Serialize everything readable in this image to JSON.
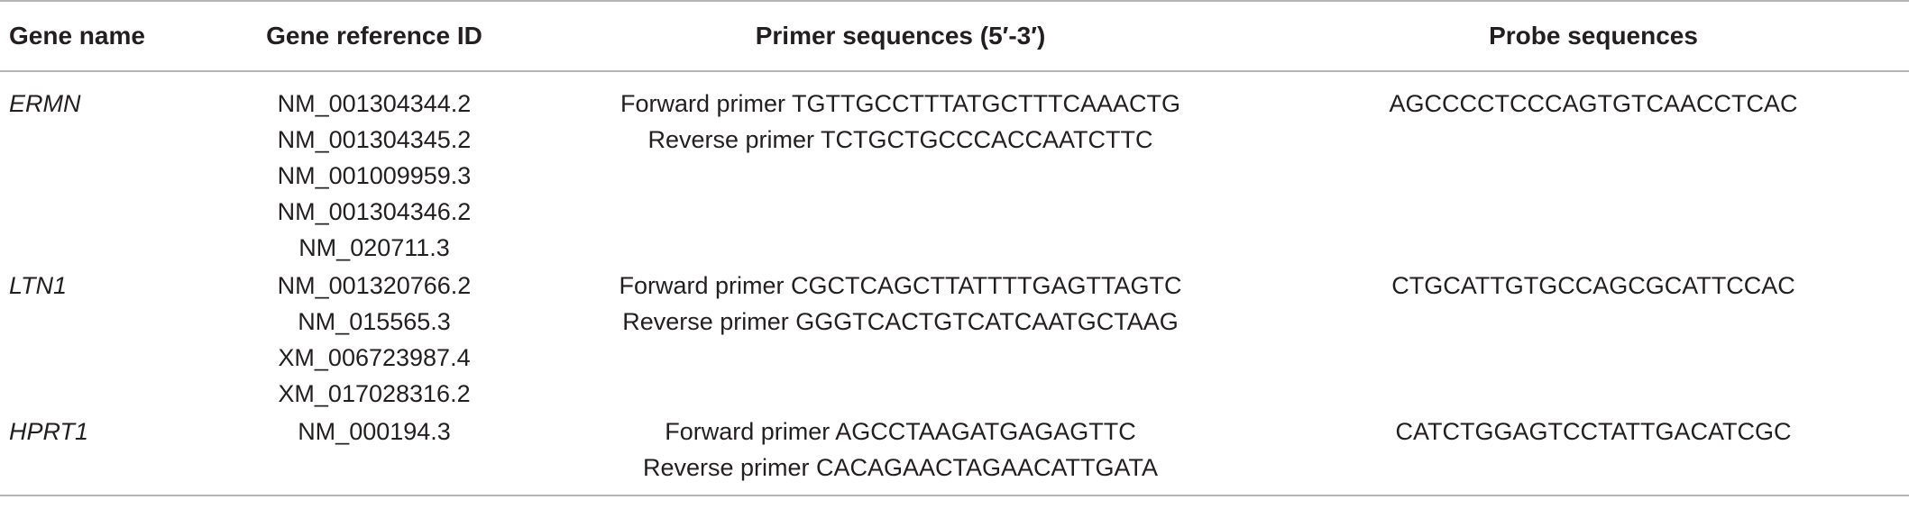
{
  "header": {
    "gene_name": "Gene name",
    "gene_reference_id": "Gene reference ID",
    "primer_sequences": "Primer sequences (5′-3′)",
    "probe_sequences": "Probe sequences"
  },
  "rows": [
    {
      "gene": "ERMN",
      "reference_ids": [
        "NM_001304344.2",
        "NM_001304345.2",
        "NM_001009959.3",
        "NM_001304346.2",
        "NM_020711.3"
      ],
      "forward_primer": "Forward primer TGTTGCCTTTATGCTTTCAAACTG",
      "reverse_primer": "Reverse primer TCTGCTGCCCACCAATCTTC",
      "probe": "AGCCCCTCCCAGTGTCAACCTCAC"
    },
    {
      "gene": "LTN1",
      "reference_ids": [
        "NM_001320766.2",
        "NM_015565.3",
        "XM_006723987.4",
        "XM_017028316.2"
      ],
      "forward_primer": "Forward primer CGCTCAGCTTATTTTGAGTTAGTC",
      "reverse_primer": "Reverse primer GGGTCACTGTCATCAATGCTAAG",
      "probe": "CTGCATTGTGCCAGCGCATTCCAC"
    },
    {
      "gene": "HPRT1",
      "reference_ids": [
        "NM_000194.3"
      ],
      "forward_primer": "Forward primer AGCCTAAGATGAGAGTTC",
      "reverse_primer": "Reverse primer CACAGAACTAGAACATTGATA",
      "probe": "CATCTGGAGTCCTATTGACATCGC"
    }
  ]
}
